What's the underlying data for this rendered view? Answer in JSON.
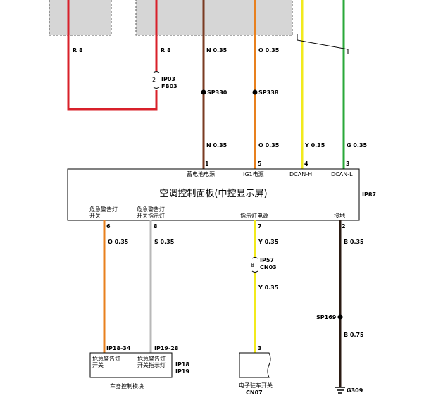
{
  "panel": {
    "title": "空调控制面板(中控显示屏)",
    "connector": "IP87",
    "top_pins": [
      {
        "label": "蓄电池电源",
        "pin": "1"
      },
      {
        "label": "IG1电源",
        "pin": "5"
      },
      {
        "label": "DCAN-H",
        "pin": "4"
      },
      {
        "label": "DCAN-L",
        "pin": "3"
      }
    ],
    "bottom_pins": [
      {
        "label_line1": "危急警告灯",
        "label_line2": "开关",
        "pin": "6"
      },
      {
        "label_line1": "危急警告灯",
        "label_line2": "开关指示灯",
        "pin": "8"
      },
      {
        "label_line1": "指示灯电源",
        "label_line2": "",
        "pin": "7"
      },
      {
        "label_line1": "接地",
        "label_line2": "",
        "pin": "2"
      }
    ]
  },
  "wires": {
    "r8_left": "R 8",
    "r8_right": "R 8",
    "n035_top": "N 0.35",
    "o035_top": "O 0.35",
    "n035_bottom": "N 0.35",
    "o035_bottom": "O 0.35",
    "y035_top": "Y 0.35",
    "g035_top": "G 0.35",
    "o035_low": "O 0.35",
    "s035_low": "S 0.35",
    "y035_low1": "Y 0.35",
    "y035_low2": "Y 0.35",
    "b035_low": "B 0.35",
    "b075_low": "B 0.75"
  },
  "splices": {
    "sp330": "SP330",
    "sp338": "SP338",
    "sp169": "SP169"
  },
  "inline_connectors": {
    "ip03": {
      "pin": "2",
      "line1": "IP03",
      "line2": "FB03"
    },
    "ip57": {
      "pin": "8",
      "line1": "IP57",
      "line2": "CN03"
    }
  },
  "body_module": {
    "name": "车身控制模块",
    "pin_left": "IP18-34",
    "pin_right": "IP19-28",
    "label_left_1": "危急警告灯",
    "label_left_2": "开关",
    "label_right_1": "危急警告灯",
    "label_right_2": "开关指示灯",
    "connector_1": "IP18",
    "connector_2": "IP19"
  },
  "parking_switch": {
    "name": "电子驻车开关",
    "connector": "CN07",
    "pin": "3"
  },
  "ground": {
    "label": "G309"
  },
  "colors": {
    "red": "#d8202a",
    "brown": "#7a3b22",
    "orange": "#e8801e",
    "yellow": "#f2ea1c",
    "green": "#2aa83a",
    "gray": "#b8b8b8",
    "black": "#2a1a12"
  }
}
